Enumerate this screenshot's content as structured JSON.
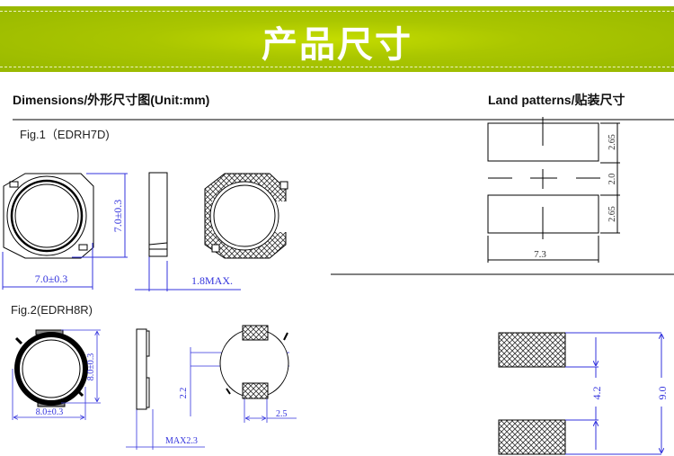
{
  "banner": {
    "title": "产品尺寸",
    "color": "#a8c400"
  },
  "headings": {
    "dimensions": "Dimensions/外形尺寸图(Unit:mm)",
    "land_patterns": "Land patterns/贴装尺寸"
  },
  "fig1": {
    "label": "Fig.1（EDRH7D)",
    "height_dim": "7.0±0.3",
    "width_dim": "7.0±0.3",
    "thickness_dim": "1.8MAX.",
    "land": {
      "pad_height_top": "2.65",
      "gap": "2.0",
      "pad_height_bottom": "2.65",
      "width": "7.3"
    }
  },
  "fig2": {
    "label": "Fig.2(EDRH8R)",
    "height_dim": "8.0±0.3",
    "width_dim": "8.0±0.3",
    "thickness_dim": "MAX2.3",
    "terminal_dim": "2.2",
    "pad_width_dim": "2.5",
    "land": {
      "inner_gap": "4.2",
      "overall": "9.0"
    }
  },
  "colors": {
    "dimension": "#3333dd",
    "outline": "#000000"
  }
}
